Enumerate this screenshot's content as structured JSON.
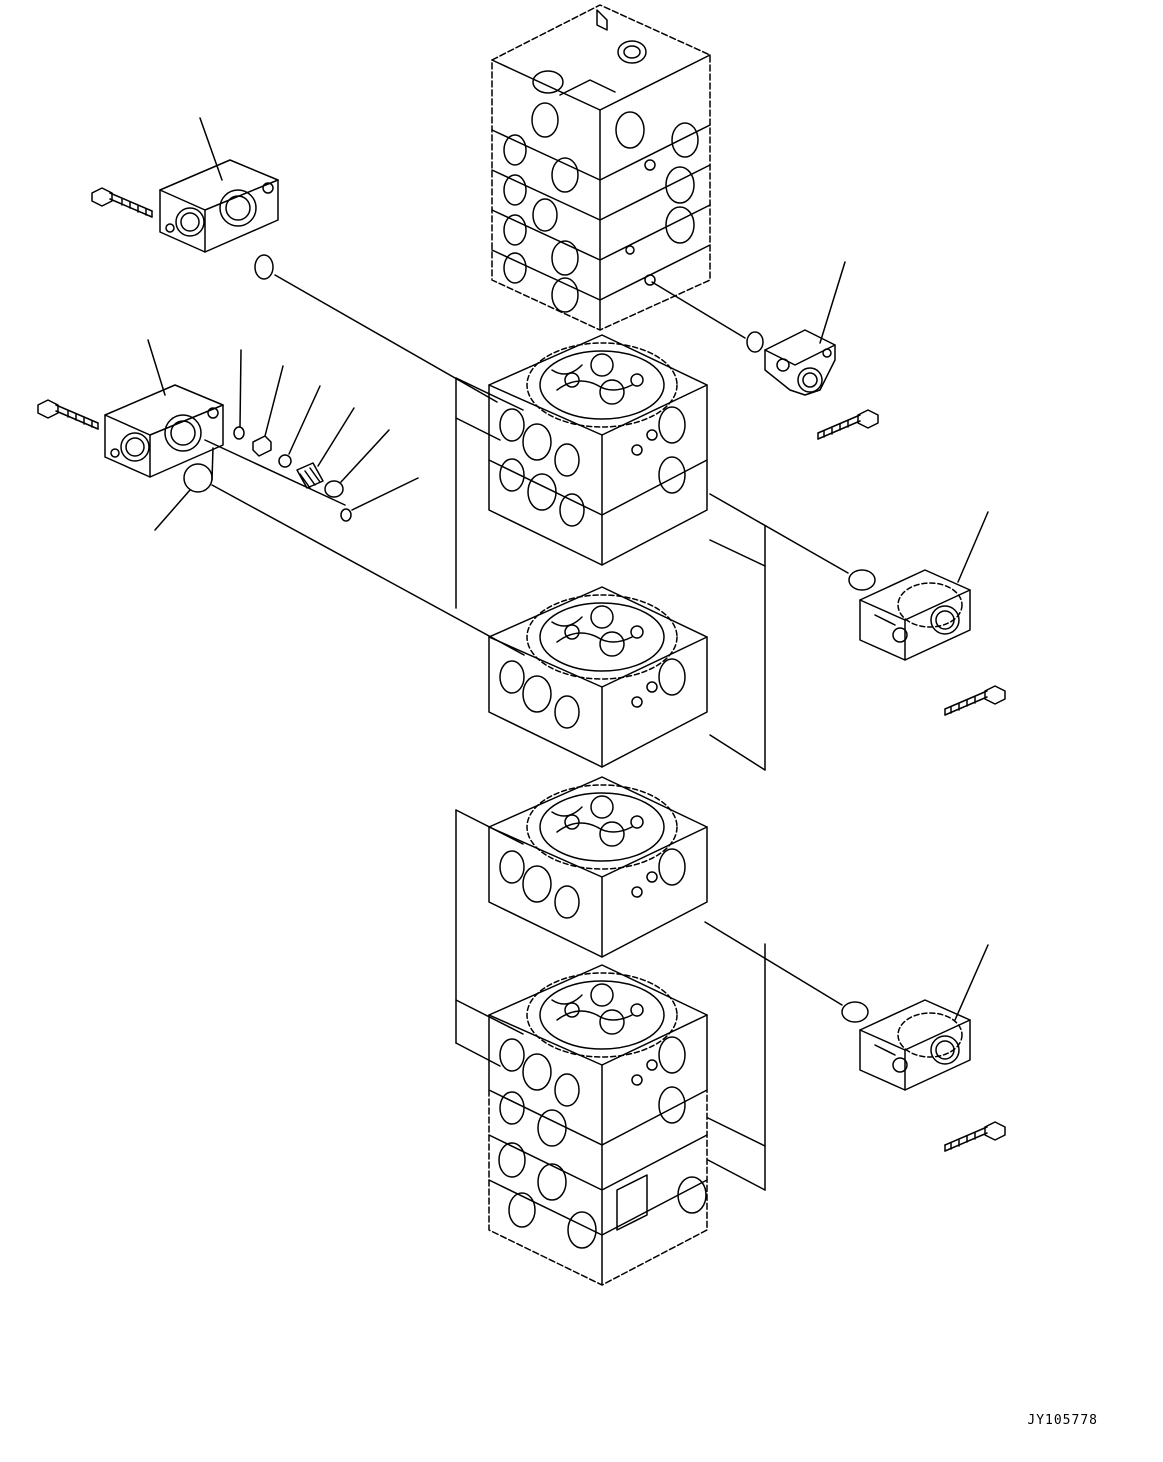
{
  "drawing": {
    "reference_code": "JY105778",
    "line_color": "#000000",
    "background": "#ffffff"
  },
  "icons": {
    "parts": [
      "housing-block",
      "valve-section",
      "end-cover",
      "relief-cover",
      "bolt",
      "o-ring",
      "spool",
      "spring",
      "poppet",
      "seat"
    ]
  }
}
